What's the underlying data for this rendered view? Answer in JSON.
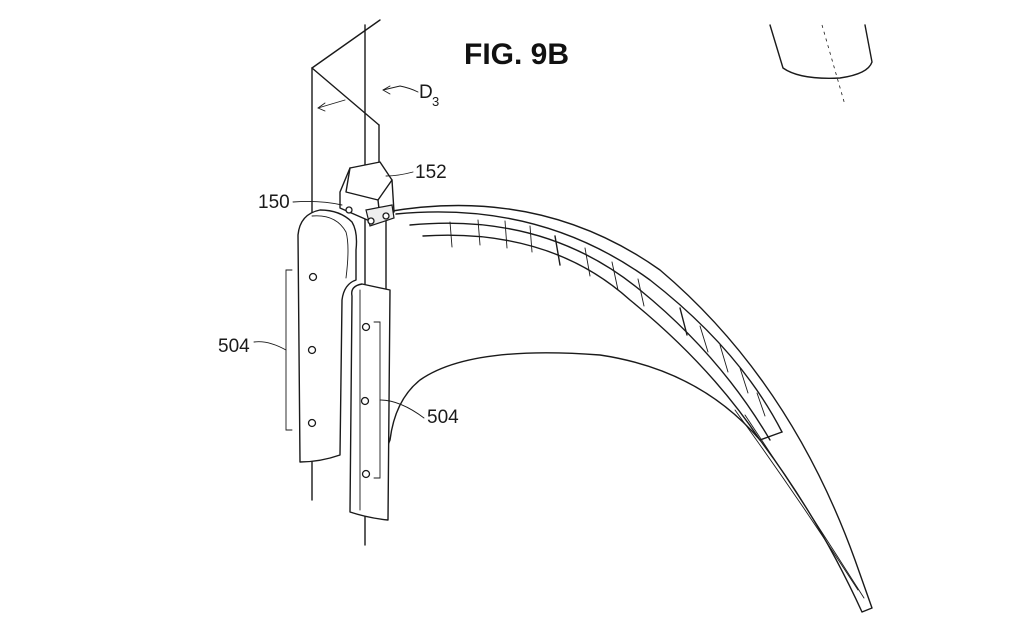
{
  "figure": {
    "title": "FIG. 9B",
    "labels": {
      "dimension": "D",
      "dimension_subscript": "3",
      "ref_152": "152",
      "ref_150": "150",
      "ref_504_left": "504",
      "ref_504_right": "504"
    }
  }
}
